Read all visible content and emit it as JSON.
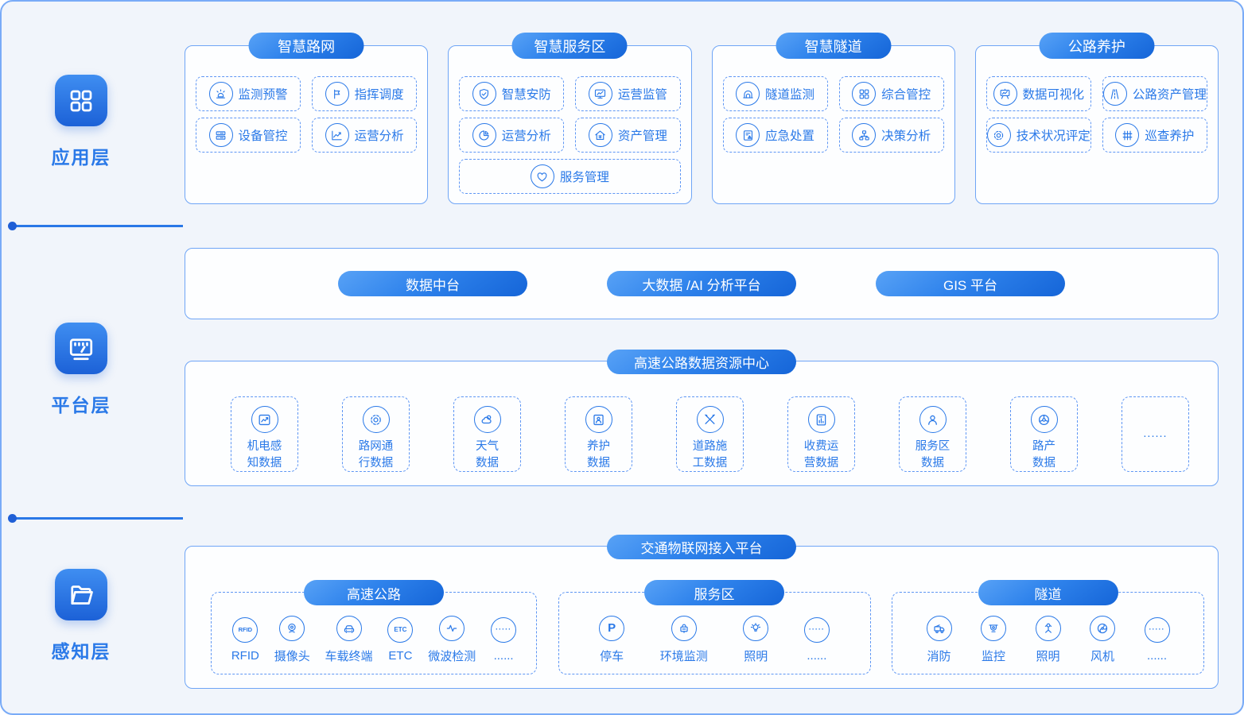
{
  "colors": {
    "accent_blue": "#2a79e8",
    "pill_gradient_start": "#58a2f6",
    "pill_gradient_end": "#1565d8",
    "container_border": "#6fa5f6",
    "dashed_border": "#5e96f4",
    "page_background": "#f1f5fb",
    "box_background": "#fdfeff"
  },
  "layers": {
    "application": {
      "label": "应用层",
      "icon": "grid-icon",
      "groups": [
        {
          "title": "智慧路网",
          "items": [
            {
              "label": "监测预警",
              "icon": "alarm-icon"
            },
            {
              "label": "指挥调度",
              "icon": "flag-icon"
            },
            {
              "label": "设备管控",
              "icon": "server-icon"
            },
            {
              "label": "运营分析",
              "icon": "trend-chart-icon"
            }
          ]
        },
        {
          "title": "智慧服务区",
          "items": [
            {
              "label": "智慧安防",
              "icon": "shield-check-icon"
            },
            {
              "label": "运营监管",
              "icon": "monitor-chart-icon"
            },
            {
              "label": "运营分析",
              "icon": "pie-chart-icon"
            },
            {
              "label": "资产管理",
              "icon": "home-asset-icon"
            },
            {
              "label": "服务管理",
              "icon": "heart-icon",
              "full_width": true
            }
          ]
        },
        {
          "title": "智慧隧道",
          "items": [
            {
              "label": "隧道监测",
              "icon": "tunnel-icon"
            },
            {
              "label": "综合管控",
              "icon": "grid-four-icon"
            },
            {
              "label": "应急处置",
              "icon": "doc-alert-icon"
            },
            {
              "label": "决策分析",
              "icon": "org-chart-icon"
            }
          ]
        },
        {
          "title": "公路养护",
          "items": [
            {
              "label": "数据可视化",
              "icon": "easel-chart-icon"
            },
            {
              "label": "公路资产管理",
              "icon": "road-icon"
            },
            {
              "label": "技术状况评定",
              "icon": "gear-icon"
            },
            {
              "label": "巡查养护",
              "icon": "patrol-road-icon"
            }
          ]
        }
      ]
    },
    "platform": {
      "label": "平台层",
      "icon": "dashboard-icon",
      "pills": [
        "数据中台",
        "大数据 /AI 分析平台",
        "GIS 平台"
      ],
      "resource_center": {
        "title": "高速公路数据资源中心",
        "cards": [
          {
            "lines": [
              "机电感",
              "知数据"
            ],
            "icon": "photo-trend-icon"
          },
          {
            "lines": [
              "路网通",
              "行数据"
            ],
            "icon": "gear-circle-icon"
          },
          {
            "lines": [
              "天气",
              "数据"
            ],
            "icon": "weather-icon"
          },
          {
            "lines": [
              "养护",
              "数据"
            ],
            "icon": "image-icon"
          },
          {
            "lines": [
              "道路施",
              "工数据"
            ],
            "icon": "tools-icon"
          },
          {
            "lines": [
              "收费运",
              "营数据"
            ],
            "icon": "doc-chart-icon"
          },
          {
            "lines": [
              "服务区",
              "数据"
            ],
            "icon": "person-icon"
          },
          {
            "lines": [
              "路产",
              "数据"
            ],
            "icon": "wheel-icon"
          },
          {
            "lines": [
              "......"
            ],
            "icon": null
          }
        ]
      }
    },
    "perception": {
      "label": "感知层",
      "icon": "folder-icon",
      "pill": "交通物联网接入平台",
      "groups": [
        {
          "title": "高速公路",
          "items": [
            {
              "label": "RFID",
              "icon": "rfid-icon"
            },
            {
              "label": "摄像头",
              "icon": "camera-icon"
            },
            {
              "label": "车载终端",
              "icon": "car-icon"
            },
            {
              "label": "ETC",
              "icon": "etc-icon"
            },
            {
              "label": "微波检测",
              "icon": "wave-icon"
            },
            {
              "label": "......",
              "icon": "ellipsis-icon"
            }
          ]
        },
        {
          "title": "服务区",
          "items": [
            {
              "label": "停车",
              "icon": "parking-icon"
            },
            {
              "label": "环境监测",
              "icon": "env-monitor-icon"
            },
            {
              "label": "照明",
              "icon": "bulb-icon"
            },
            {
              "label": "......",
              "icon": "ellipsis-icon"
            }
          ]
        },
        {
          "title": "隧道",
          "items": [
            {
              "label": "消防",
              "icon": "fire-truck-icon"
            },
            {
              "label": "监控",
              "icon": "cctv-icon"
            },
            {
              "label": "照明",
              "icon": "street-light-icon"
            },
            {
              "label": "风机",
              "icon": "fan-icon"
            },
            {
              "label": "......",
              "icon": "ellipsis-icon"
            }
          ]
        }
      ]
    }
  }
}
